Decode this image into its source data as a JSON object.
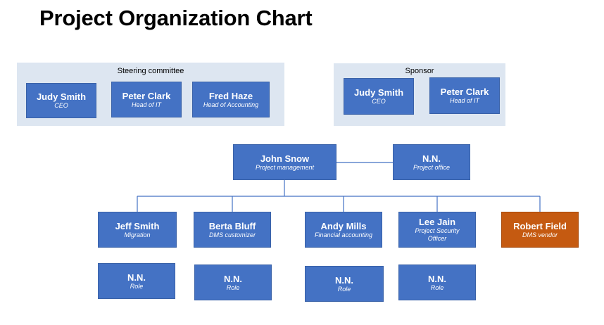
{
  "title": "Project Organization Chart",
  "colors": {
    "box": "#4472c4",
    "vendor": "#c55a11",
    "panel": "#dde6f1",
    "connector": "#4472c4"
  },
  "steering": {
    "label": "Steering committee",
    "members": [
      {
        "name": "Judy Smith",
        "role": "CEO"
      },
      {
        "name": "Peter Clark",
        "role": "Head of IT"
      },
      {
        "name": "Fred Haze",
        "role": "Head of Accounting"
      }
    ]
  },
  "sponsor": {
    "label": "Sponsor",
    "members": [
      {
        "name": "Judy Smith",
        "role": "CEO"
      },
      {
        "name": "Peter Clark",
        "role": "Head of IT"
      }
    ]
  },
  "management": {
    "name": "John Snow",
    "role": "Project management"
  },
  "office": {
    "name": "N.N.",
    "role": "Project office"
  },
  "team": [
    {
      "name": "Jeff Smith",
      "role": "Migration"
    },
    {
      "name": "Berta Bluff",
      "role": "DMS customizer"
    },
    {
      "name": "Andy Mills",
      "role": "Financial accounting"
    },
    {
      "name": "Lee Jain",
      "role": "Project Security Officer"
    },
    {
      "name": "Robert Field",
      "role": "DMS vendor"
    }
  ],
  "team_roles": [
    {
      "name": "N.N.",
      "role": "Role"
    },
    {
      "name": "N.N.",
      "role": "Role"
    },
    {
      "name": "N.N.",
      "role": "Role"
    },
    {
      "name": "N.N.",
      "role": "Role"
    }
  ]
}
